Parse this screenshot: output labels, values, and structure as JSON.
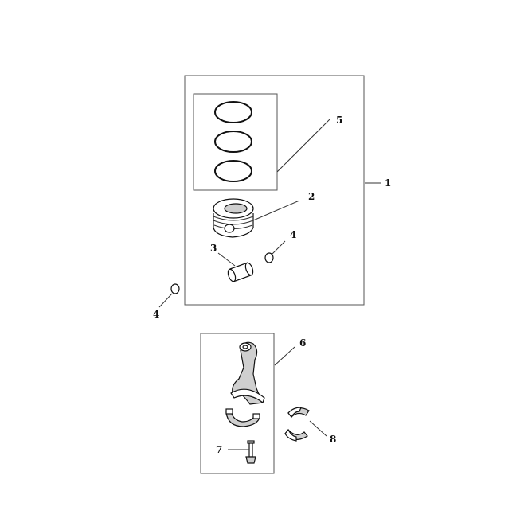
{
  "diagram": {
    "callouts": [
      {
        "id": "c1",
        "label": "1"
      },
      {
        "id": "c2",
        "label": "2"
      },
      {
        "id": "c3",
        "label": "3"
      },
      {
        "id": "c4a",
        "label": "4"
      },
      {
        "id": "c4b",
        "label": "4"
      },
      {
        "id": "c5",
        "label": "5"
      },
      {
        "id": "c6",
        "label": "6"
      },
      {
        "id": "c7",
        "label": "7"
      },
      {
        "id": "c8",
        "label": "8"
      }
    ]
  }
}
